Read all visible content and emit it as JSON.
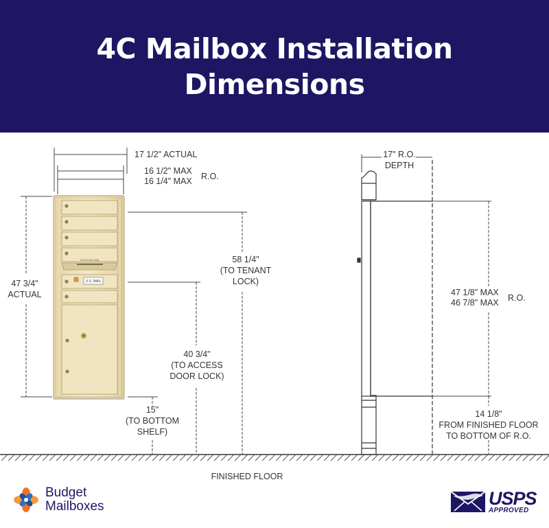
{
  "header": {
    "title_line1": "4C Mailbox Installation",
    "title_line2": "Dimensions"
  },
  "front_view": {
    "width_actual": "17 1/2\" ACTUAL",
    "ro_max_line1": "16 1/2\" MAX",
    "ro_max_line2": "16 1/4\" MAX",
    "ro_label": "R.O.",
    "height_line1": "47 3/4\"",
    "height_line2": "ACTUAL",
    "tenant_lock_line1": "58 1/4\"",
    "tenant_lock_line2": "(TO TENANT",
    "tenant_lock_line3": "LOCK)",
    "access_lock_line1": "40 3/4\"",
    "access_lock_line2": "(TO ACCESS",
    "access_lock_line3": "DOOR LOCK)",
    "bottom_shelf_line1": "15\"",
    "bottom_shelf_line2": "(TO BOTTOM",
    "bottom_shelf_line3": "SHELF)",
    "usps_plate_text": "U.S. MAIL",
    "outgoing_slot_text": "OUTGOING MAIL",
    "panel_color": "#efe3bd"
  },
  "side_view": {
    "depth_line1": "17\" R.O.",
    "depth_line2": "DEPTH",
    "ro_height_line1": "47 1/8\" MAX",
    "ro_height_line2": "46 7/8\" MAX",
    "ro_label": "R.O.",
    "floor_line1": "14 1/8\"",
    "floor_line2": "FROM FINISHED FLOOR",
    "floor_line3": "TO BOTTOM OF R.O."
  },
  "floor_label": "FINISHED FLOOR",
  "footer": {
    "brand_line1": "Budget",
    "brand_line2": "Mailboxes",
    "usps_main": "USPS",
    "usps_sub": "APPROVED"
  },
  "colors": {
    "header_bg": "#1e1663",
    "brand_navy": "#1e1663",
    "logo_orange": "#f0712a",
    "logo_blue": "#2a6fc4"
  }
}
